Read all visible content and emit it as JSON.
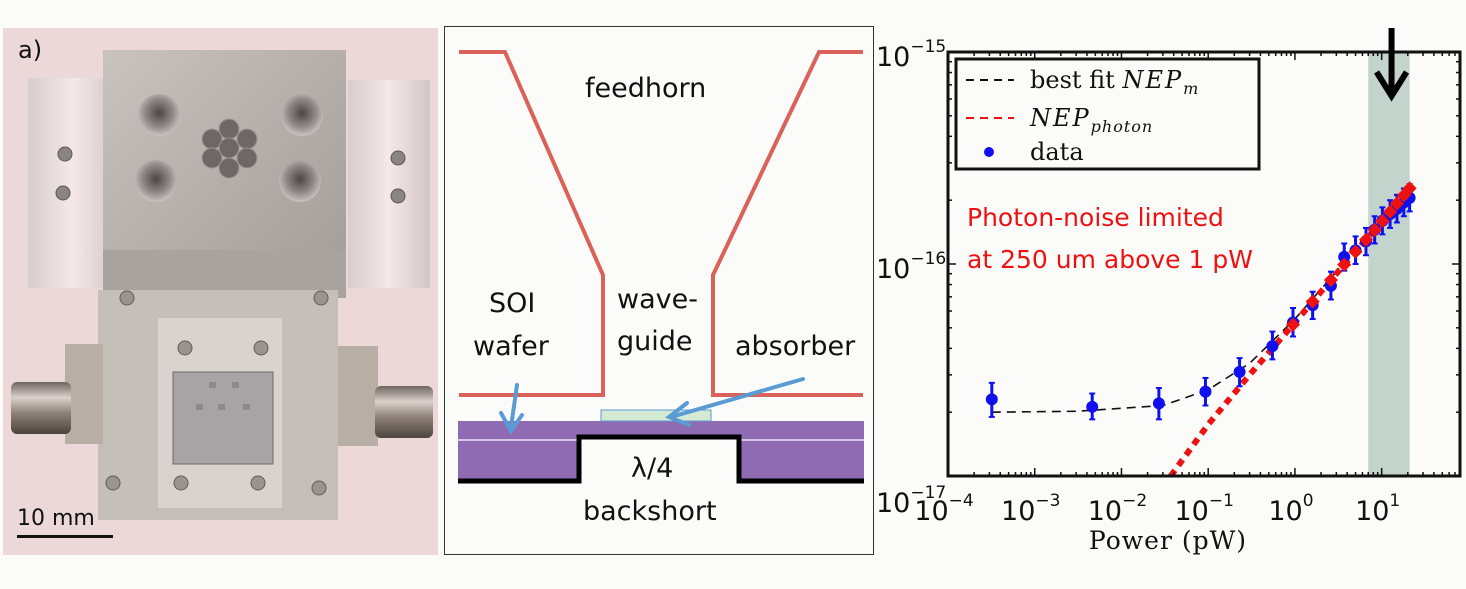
{
  "photo": {
    "panel_label": "a)",
    "scale_bar_label": "10 mm"
  },
  "diagram": {
    "labels": {
      "feedhorn": "feedhorn",
      "waveguide_line1": "wave-",
      "waveguide_line2": "guide",
      "soi_line1": "SOI",
      "soi_line2": "wafer",
      "absorber": "absorber",
      "backshort_line1": "λ/4",
      "backshort_line2": "backshort"
    },
    "colors": {
      "horn": "#d9625a",
      "wafer": "#8f6bb3",
      "absorber_fill": "#d4ead2",
      "absorber_edge": "#5b9bd5",
      "arrow": "#5b9bd5",
      "backshort": "#000000"
    }
  },
  "chart_data": {
    "type": "scatter",
    "title": "",
    "xlabel": "Power (pW)",
    "ylabel": "",
    "xscale": "log",
    "yscale": "log",
    "xlim": [
      0.0001,
      80
    ],
    "ylim": [
      1e-17,
      1e-15
    ],
    "x_ticks": [
      {
        "base": "10",
        "exp": "−4",
        "value": 0.0001
      },
      {
        "base": "10",
        "exp": "−3",
        "value": 0.001
      },
      {
        "base": "10",
        "exp": "−2",
        "value": 0.01
      },
      {
        "base": "10",
        "exp": "−1",
        "value": 0.1
      },
      {
        "base": "10",
        "exp": "0",
        "value": 1
      },
      {
        "base": "10",
        "exp": "1",
        "value": 10
      }
    ],
    "y_ticks": [
      {
        "base": "10",
        "exp": "−15",
        "value": 1e-15
      },
      {
        "base": "10",
        "exp": "−16",
        "value": 1e-16
      },
      {
        "base": "10",
        "exp": "−17",
        "value": 1e-17
      }
    ],
    "legend": {
      "placement": "top-left",
      "entries": [
        {
          "label_plain": "best fit ",
          "label_math": "NEP",
          "label_sub": "m",
          "style": "black-dashed"
        },
        {
          "label_plain": "",
          "label_math": "NEP",
          "label_sub": "photon",
          "style": "red-dashed"
        },
        {
          "label_plain": "data",
          "label_math": "",
          "label_sub": "",
          "style": "blue-dot"
        }
      ]
    },
    "annotation": {
      "line1": "Photon-noise limited",
      "line2": "at 250 um above 1 pW",
      "color": "#ee1111"
    },
    "highlight_band": {
      "x_from": 7,
      "x_to": 21,
      "color": "#c3d4cc"
    },
    "arrow_at_x": 13,
    "series": [
      {
        "name": "data",
        "color": "#1010ee",
        "points": [
          {
            "x": 0.00032,
            "y": 2.3e-17,
            "err_lo": 1.9e-17,
            "err_hi": 2.75e-17
          },
          {
            "x": 0.0046,
            "y": 2.12e-17,
            "err_lo": 1.85e-17,
            "err_hi": 2.45e-17
          },
          {
            "x": 0.027,
            "y": 2.2e-17,
            "err_lo": 1.85e-17,
            "err_hi": 2.6e-17
          },
          {
            "x": 0.093,
            "y": 2.5e-17,
            "err_lo": 2.15e-17,
            "err_hi": 2.9e-17
          },
          {
            "x": 0.23,
            "y": 3.1e-17,
            "err_lo": 2.65e-17,
            "err_hi": 3.6e-17
          },
          {
            "x": 0.55,
            "y": 4.1e-17,
            "err_lo": 3.55e-17,
            "err_hi": 4.8e-17
          },
          {
            "x": 0.95,
            "y": 5.3e-17,
            "err_lo": 4.55e-17,
            "err_hi": 6.2e-17
          },
          {
            "x": 1.6,
            "y": 6.4e-17,
            "err_lo": 5.5e-17,
            "err_hi": 7.4e-17
          },
          {
            "x": 2.6,
            "y": 7.9e-17,
            "err_lo": 6.8e-17,
            "err_hi": 9.2e-17
          },
          {
            "x": 3.7,
            "y": 1.08e-16,
            "err_lo": 9.3e-17,
            "err_hi": 1.25e-16
          },
          {
            "x": 5.0,
            "y": 1.16e-16,
            "err_lo": 1e-16,
            "err_hi": 1.35e-16
          },
          {
            "x": 6.6,
            "y": 1.28e-16,
            "err_lo": 1.1e-16,
            "err_hi": 1.48e-16
          },
          {
            "x": 8.3,
            "y": 1.45e-16,
            "err_lo": 1.25e-16,
            "err_hi": 1.68e-16
          },
          {
            "x": 10.2,
            "y": 1.6e-16,
            "err_lo": 1.38e-16,
            "err_hi": 1.85e-16
          },
          {
            "x": 12.5,
            "y": 1.72e-16,
            "err_lo": 1.48e-16,
            "err_hi": 2e-16
          },
          {
            "x": 15.0,
            "y": 1.82e-16,
            "err_lo": 1.57e-16,
            "err_hi": 2.12e-16
          },
          {
            "x": 18.0,
            "y": 1.95e-16,
            "err_lo": 1.68e-16,
            "err_hi": 2.27e-16
          },
          {
            "x": 21.0,
            "y": 2.05e-16,
            "err_lo": 1.77e-16,
            "err_hi": 2.38e-16
          }
        ]
      },
      {
        "name": "NEP_photon",
        "color": "#ee1111",
        "style": "dotted-diamond",
        "points": [
          {
            "x": 0.037,
            "y": 1e-17
          },
          {
            "x": 0.1,
            "y": 1.75e-17
          },
          {
            "x": 0.3,
            "y": 3e-17
          },
          {
            "x": 1.0,
            "y": 5.3e-17
          },
          {
            "x": 3.0,
            "y": 9e-17
          },
          {
            "x": 10.0,
            "y": 1.58e-16
          },
          {
            "x": 21.5,
            "y": 2.3e-16
          }
        ]
      },
      {
        "name": "best fit NEP_m",
        "color": "#111111",
        "style": "dashed",
        "points": [
          {
            "x": 0.00032,
            "y": 2e-17
          },
          {
            "x": 0.003,
            "y": 2.02e-17
          },
          {
            "x": 0.03,
            "y": 2.15e-17
          },
          {
            "x": 0.1,
            "y": 2.55e-17
          },
          {
            "x": 0.3,
            "y": 3.4e-17
          },
          {
            "x": 1.0,
            "y": 5.5e-17
          },
          {
            "x": 3.0,
            "y": 9.2e-17
          },
          {
            "x": 10.0,
            "y": 1.6e-16
          },
          {
            "x": 21.5,
            "y": 2.3e-16
          }
        ]
      }
    ]
  }
}
